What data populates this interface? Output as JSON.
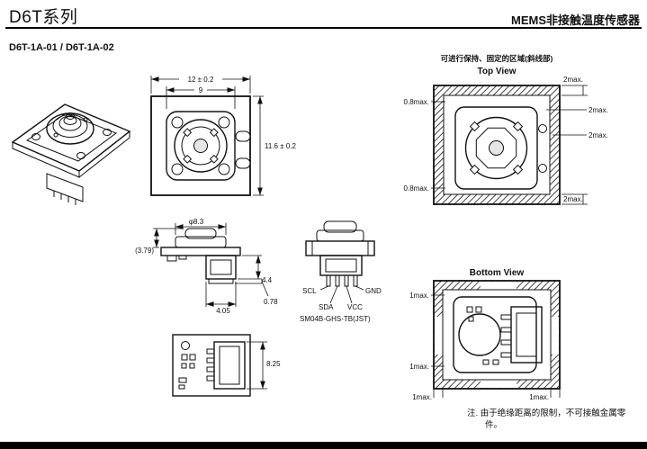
{
  "header": {
    "title": "D6T系列",
    "subtitle": "MEMS非接触温度传感器"
  },
  "model_line": "D6T-1A-01 / D6T-1A-02",
  "front_view": {
    "dim_width": "12 ± 0.2",
    "dim_inner_width": "9",
    "dim_height": "11.6 ± 0.2"
  },
  "top_view": {
    "caption": "可进行保持、固定的区域(斜线部)",
    "title": "Top View",
    "dim_2max": "2max.",
    "dim_08max": "0.8max."
  },
  "side_view": {
    "dim_lens_dia": "φ8.3",
    "dim_lens_height": "(3.79)",
    "dim_connector_height": "4.4",
    "dim_pin": "0.78",
    "dim_connector_width": "4.05"
  },
  "connector_view": {
    "pins": {
      "scl": "SCL",
      "sda": "SDA",
      "vcc": "VCC",
      "gnd": "GND"
    },
    "part_number": "SM04B-GHS-TB(JST)"
  },
  "pcb_view": {
    "dim_height": "8.25"
  },
  "bottom_view": {
    "title": "Bottom View",
    "dim_1max": "1max."
  },
  "note": "注. 由于绝缘距离的限制，不可接触金属零件。"
}
